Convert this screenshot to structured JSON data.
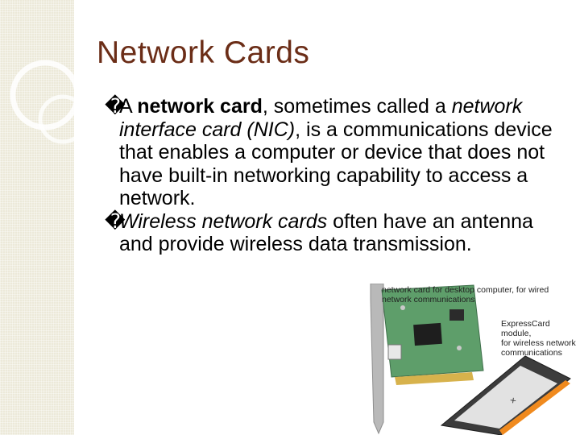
{
  "slide": {
    "title": "Network Cards",
    "bullet_glyph": "�",
    "paragraph1": {
      "a": "A ",
      "b": "network card",
      "c": ", sometimes called a ",
      "d": "network interface card (NIC)",
      "e": ", is a communications device that enables a computer or device that does not have built-in networking capability to access a network."
    },
    "paragraph2": {
      "a": "Wireless network cards",
      "b": " often have an antenna and provide wireless data transmission."
    }
  },
  "figure": {
    "label_pci_line1": "network card for desktop computer, for wired",
    "label_pci_line2": "network communications",
    "label_express_line1": "ExpressCard module,",
    "label_express_line2": "for wireless network",
    "label_express_line3": "communications"
  },
  "colors": {
    "title": "#6b2d17",
    "sidebar": "#ece9d9"
  }
}
